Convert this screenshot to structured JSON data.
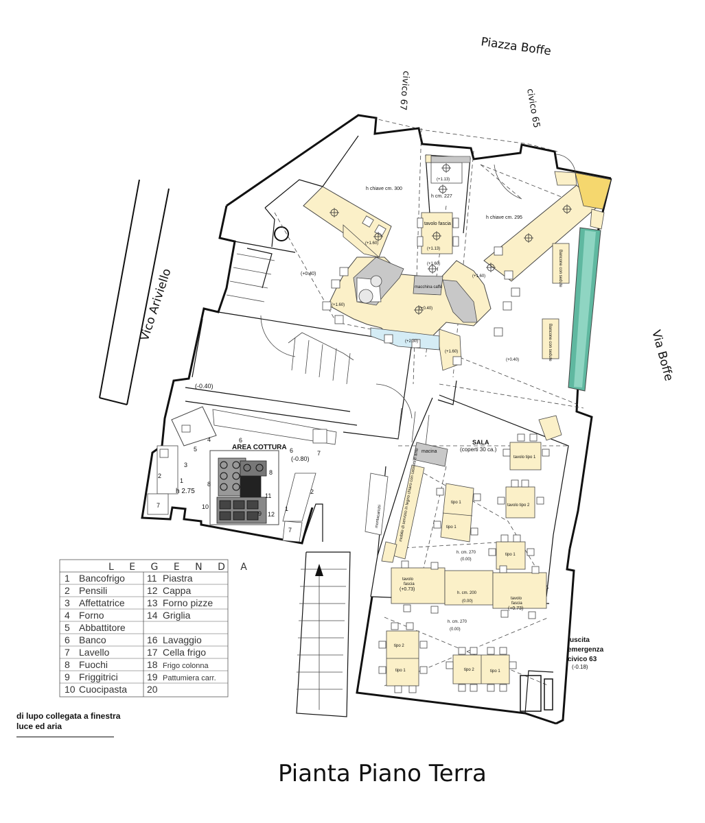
{
  "title": "Pianta Piano Terra",
  "streets": {
    "piazza": "Piazza Boffe",
    "vico": "Vico Ariviello",
    "via": "Via Boffe",
    "civico67": "civico 67",
    "civico65": "civico 65"
  },
  "rooms": {
    "h_chiave_left": "h chiave cm. 300",
    "h_chiave_right": "h chiave cm. 295",
    "h_227": "h cm. 227",
    "tavolo_fascia": "tavolo fascia",
    "macchina_caffe": "macchina caffè",
    "area_cottura": "AREA COTTURA",
    "h_275": "h 2.75",
    "sala": "SALA",
    "coperti": "(coperti 30 ca.)",
    "macina": "macina",
    "mobile": "mobile di servizio in legno chiaro con cassetti e ante",
    "montacarichi": "montacarichi",
    "h_270": "h. cm. 270",
    "h_200": "h. cm. 200",
    "uscita": "uscita",
    "emergenza": "emergenza",
    "civico63": "civico 63",
    "bancone": "Bancone con sedute",
    "tavolo_tipo_1": "tavolo tipo 1",
    "tavolo_tipo_2": "tavolo tipo 2",
    "tipo_1": "tipo 1",
    "tipo_2": "tipo 2",
    "tavolo": "tavolo",
    "fascia": "fascia"
  },
  "levels": {
    "p113": "(+1.13)",
    "p160": "(+1.60)",
    "p040": "(+0.40)",
    "m040": "(-0.40)",
    "m080": "(-0.80)",
    "p230": "(+2.30)",
    "p073": "(+0.73)",
    "z000": "(0.00)",
    "m018": "(-0.18)"
  },
  "kitchen_numbers": [
    "1",
    "2",
    "3",
    "4",
    "5",
    "6",
    "7",
    "8",
    "9",
    "10",
    "11",
    "12"
  ],
  "legend": {
    "title": "L E G E N D A",
    "left": [
      {
        "n": "1",
        "t": "Bancofrigo"
      },
      {
        "n": "2",
        "t": "Pensili"
      },
      {
        "n": "3",
        "t": "Affettatrice"
      },
      {
        "n": "4",
        "t": "Forno"
      },
      {
        "n": "5",
        "t": "Abbattitore"
      },
      {
        "n": "6",
        "t": "Banco"
      },
      {
        "n": "7",
        "t": "Lavello"
      },
      {
        "n": "8",
        "t": "Fuochi"
      },
      {
        "n": "9",
        "t": "Friggitrici"
      },
      {
        "n": "10",
        "t": "Cuocipasta"
      }
    ],
    "right": [
      {
        "n": "11",
        "t": "Piastra"
      },
      {
        "n": "12",
        "t": "Cappa"
      },
      {
        "n": "13",
        "t": "Forno pizze"
      },
      {
        "n": "14",
        "t": "Griglia"
      },
      {
        "n": "",
        "t": ""
      },
      {
        "n": "16",
        "t": "Lavaggio"
      },
      {
        "n": "17",
        "t": "Cella frigo"
      },
      {
        "n": "18",
        "t": "Frigo colonna"
      },
      {
        "n": "19",
        "t": "Pattumiera carr."
      },
      {
        "n": "20",
        "t": ""
      }
    ]
  },
  "note": {
    "line1": "di lupo collegata a finestra",
    "line2": "luce ed aria"
  },
  "colors": {
    "cream": "#fbf0c8",
    "grey": "#c8c8c8",
    "teal": "#5fb8a0",
    "yellow": "#f5d76e",
    "lightblue": "#d4ecf5"
  }
}
